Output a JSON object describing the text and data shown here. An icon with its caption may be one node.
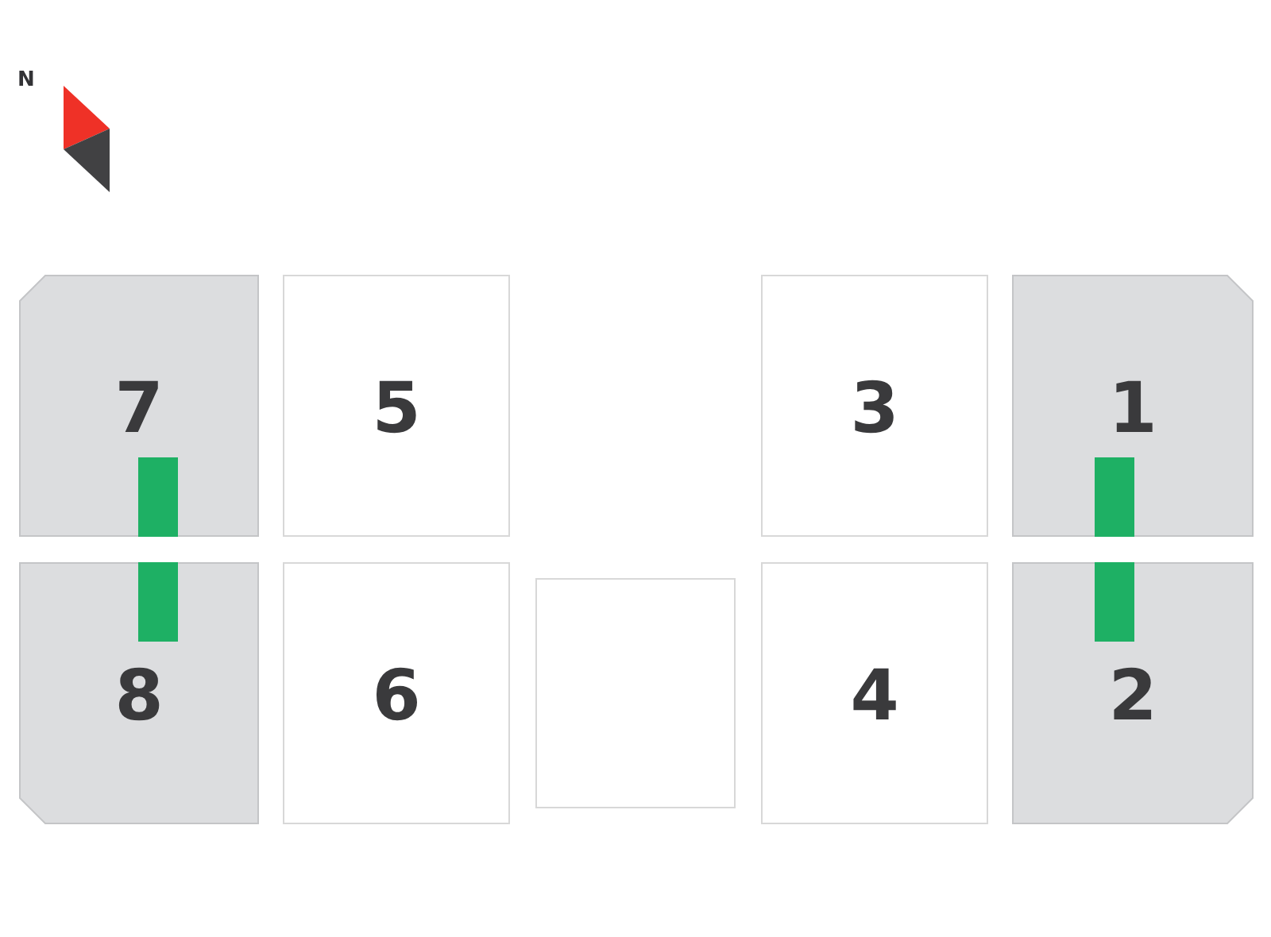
{
  "diagram": {
    "nodes": [
      {
        "text": [
          "7"
        ]
      },
      {
        "text": [
          "5"
        ]
      },
      {
        "text": [
          "3"
        ]
      },
      {
        "text": [
          "1"
        ]
      },
      {
        "text": [
          "8"
        ]
      },
      {
        "text": [
          "6"
        ]
      },
      {
        "text": [],
        "shape": "box"
      },
      {
        "text": [
          "4"
        ]
      },
      {
        "text": [
          "2"
        ]
      }
    ],
    "labels": [
      "N"
    ]
  }
}
